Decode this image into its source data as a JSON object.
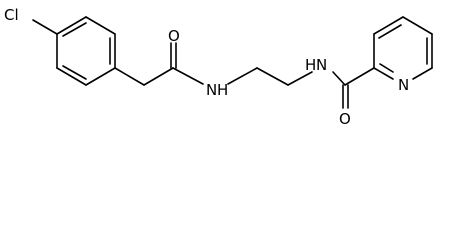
{
  "molecule": {
    "atoms": {
      "chlorine": "Cl",
      "amide_oxygen_1": "O",
      "amide_nitrogen_1": "N",
      "amide_hydrogen_1": "H",
      "amide_nitrogen_2": "N",
      "amide_hydrogen_2": "H",
      "amide_oxygen_2": "O",
      "pyridine_nitrogen": "N"
    }
  }
}
